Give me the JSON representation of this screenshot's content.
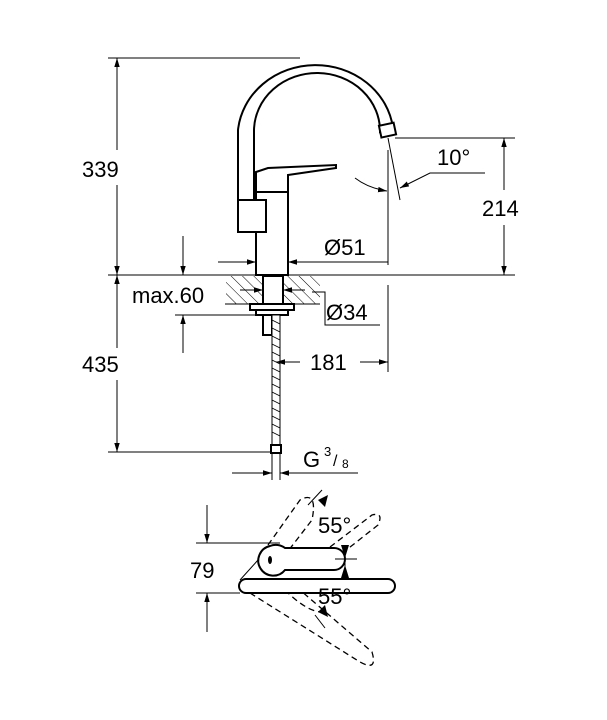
{
  "title": "Faucet dimension drawing",
  "dimensions": {
    "total_height": "339",
    "spout_height": "214",
    "spout_angle": "10°",
    "base_diameter": "Ø51",
    "max_counter_thickness": "max.60",
    "hole_diameter": "Ø34",
    "spout_reach": "181",
    "hose_length": "435",
    "connection": "G",
    "connection_num": "3",
    "connection_den": "8",
    "lever_depth": "79",
    "swivel_angle_top": "55°",
    "swivel_angle_bottom": "55°"
  }
}
